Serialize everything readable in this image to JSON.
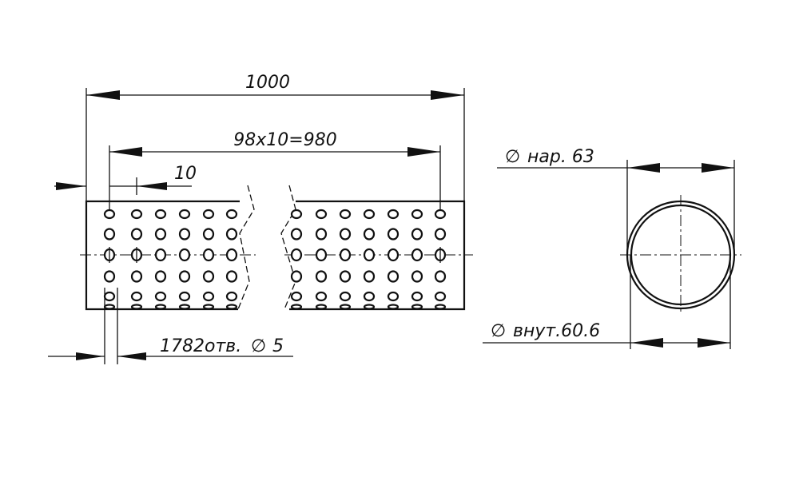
{
  "drawing": {
    "overall_length": "1000",
    "hole_pitch": "98x10=980",
    "edge_offset": "10",
    "holes_note": "1782отв.",
    "hole_diameter": "5",
    "outer_diameter": "нар. 63",
    "inner_diameter": "внут.60.6",
    "diameter_symbol": "∅"
  }
}
